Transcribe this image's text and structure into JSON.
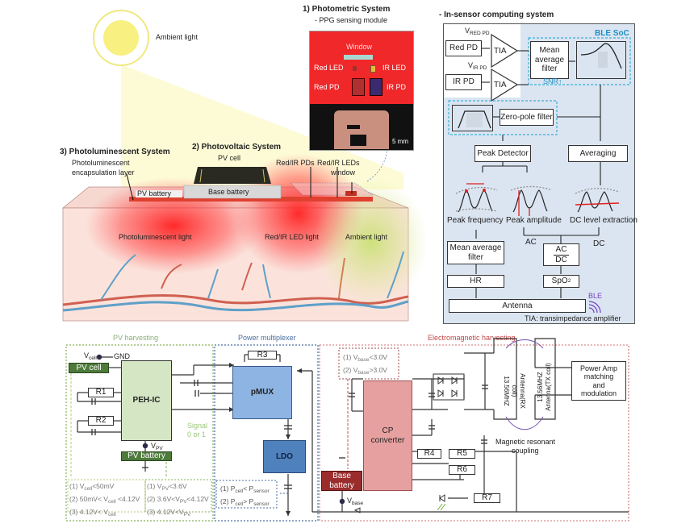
{
  "top_left": {
    "ambient_light_label": "Ambient light",
    "photometric_title": "1) Photometric System",
    "photometric_subtitle": "- PPG sensing module",
    "module_labels": {
      "window": "Window",
      "red_led": "Red LED",
      "ir_led": "IR LED",
      "red_pd": "Red PD",
      "ir_pd": "IR PD",
      "scale": "5 mm"
    },
    "photovoltaic_title": "2) Photovoltaic System",
    "pv_cell": "PV cell",
    "photoluminescent_title": "3) Photoluminescent System",
    "encapsulation_line1": "Photoluminescent",
    "encapsulation_line2": "encapsulation layer",
    "pv_battery": "PV battery",
    "base_battery": "Base battery",
    "pds_label": "Red/IR PDs",
    "leds_label": "Red/IR LEDs",
    "window_label": "window",
    "skin_labels": {
      "photoluminescent_light": "Photoluminescent light",
      "led_light": "Red/IR LED light",
      "ambient_light": "Ambient light"
    }
  },
  "in_sensor": {
    "title": "- In-sensor computing system",
    "ble_soc": "BLE SoC",
    "v_red_pd": "V",
    "v_red_pd_sub": "RED PD",
    "v_ir_pd": "V",
    "v_ir_pd_sub": "IR PD",
    "red_pd": "Red PD",
    "ir_pd": "IR PD",
    "tia": "TIA",
    "mean_filter_1": "Mean",
    "mean_filter_2": "average",
    "mean_filter_3": "filter",
    "snr": "SNR↑",
    "zero_pole": "Zero-pole filter",
    "peak_detector": "Peak Detector",
    "averaging": "Averaging",
    "peak_frequency": "Peak frequency",
    "peak_amplitude": "Peak amplitude",
    "dc_extraction": "DC level extraction",
    "ac": "AC",
    "dc": "DC",
    "mean_avg_filter_1": "Mean average",
    "mean_avg_filter_2": "filter",
    "ratio_num": "AC",
    "ratio_den": "DC",
    "hr": "HR",
    "spo2": "SpO",
    "spo2_sub": "2",
    "antenna": "Antenna",
    "ble": "BLE",
    "tia_note": "TIA: transimpedance amplifier"
  },
  "circuit": {
    "pv_harvesting": {
      "title": "PV harvesting",
      "v_cell": "V",
      "v_cell_sub": "cell",
      "gnd": "GND",
      "pv_cell": "PV cell",
      "r1": "R1",
      "r2": "R2",
      "peh_ic": "PEH-IC",
      "signal_1": "Signal",
      "signal_2": "0 or 1",
      "v_pv": "V",
      "v_pv_sub": "PV",
      "pv_battery": "PV battery",
      "cell_conditions": [
        "(1) V<sub>cell</sub>&lt;50mV",
        "(2) 50mV&lt; V<sub>cell</sub> &lt;4.12V",
        "(3) 4.12V&lt; V<sub>cell</sub>"
      ],
      "pv_conditions": [
        "(1) V<sub>PV</sub>&lt;3.6V",
        "(2) 3.6V&lt;V<sub>PV</sub>&lt;4.12V",
        "(3) 4.12V&lt;V<sub>PV</sub>"
      ]
    },
    "power_mux": {
      "title": "Power multiplexer",
      "r3": "R3",
      "pmux": "pMUX",
      "ldo": "LDO",
      "conditions": [
        "(1) P<sub>cell</sub>&lt; P<sub>sensor</sub>",
        "(2) P<sub>cell</sub>&gt; P<sub>sensor</sub>"
      ]
    },
    "em_harvesting": {
      "title": "Electromagnetic harvesting",
      "conditions": [
        "(1) V<sub>base</sub>&lt;3.0V",
        "(2) V<sub>base</sub>&gt;3.0V"
      ],
      "cp_1": "CP",
      "cp_2": "converter",
      "r4": "R4",
      "r5": "R5",
      "r6": "R6",
      "r7": "R7",
      "base_battery_1": "Base",
      "base_battery_2": "battery",
      "v_base": "V",
      "v_base_sub": "base",
      "rx_coil_1": "Antenna(RX coil)",
      "rx_coil_2": "13.56MHZ",
      "tx_coil_1": "Antenna(TX coil)",
      "tx_coil_2": "13.56MHZ",
      "coupling_1": "Magnetic resonant",
      "coupling_2": "coupling",
      "power_amp_1": "Power Amp",
      "power_amp_2": "matching",
      "power_amp_3": "and",
      "power_amp_4": "modulation"
    }
  },
  "colors": {
    "pv_green": "#4e7a3a",
    "peh_fill": "#d4e6c3",
    "pmux_fill": "#8db4e2",
    "ldo_fill": "#4f81bd",
    "cp_fill": "#e6a0a0",
    "base_battery": "#9b2c2c",
    "soc_bg": "#dbe5f1",
    "soc_accent": "#1f8fc4"
  }
}
